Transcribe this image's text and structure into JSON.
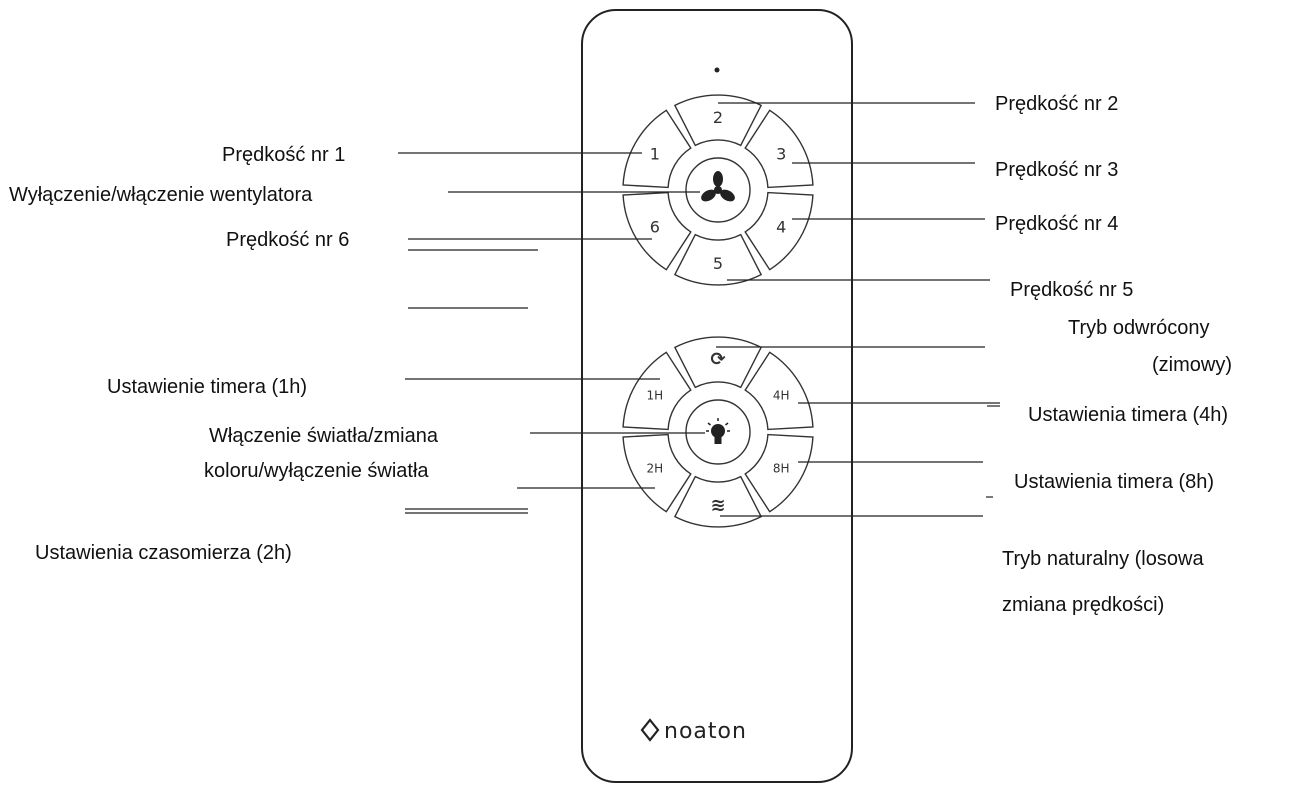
{
  "remote": {
    "brand": "NOATON",
    "logo_text": "noaton",
    "fan_buttons": [
      "2",
      "3",
      "4",
      "5",
      "6",
      "1"
    ],
    "timer_buttons": [
      "4H",
      "8H",
      "2H",
      "1H"
    ]
  },
  "labels": {
    "speed1": "Prędkość nr 1",
    "speed2": "Prędkość nr 2",
    "speed3": "Prędkość nr 3",
    "speed4": "Prędkość nr 4",
    "speed5": "Prędkość nr 5",
    "speed6": "Prędkość nr 6",
    "fan_toggle": "Wyłączenie/włączenie wentylatora",
    "reverse_line1": "Tryb odwrócony",
    "reverse_line2": "(zimowy)",
    "timer1h": "Ustawienie timera (1h)",
    "timer4h": "Ustawienia timera (4h)",
    "light_line1": "Włączenie światła/zmiana",
    "light_line2": "koloru/wyłączenie światła",
    "timer8h": "Ustawienia timera (8h)",
    "timer2h": "Ustawienia czasomierza (2h)",
    "natural_line1": "Tryb naturalny (losowa",
    "natural_line2": "zmiana prędkości)"
  }
}
